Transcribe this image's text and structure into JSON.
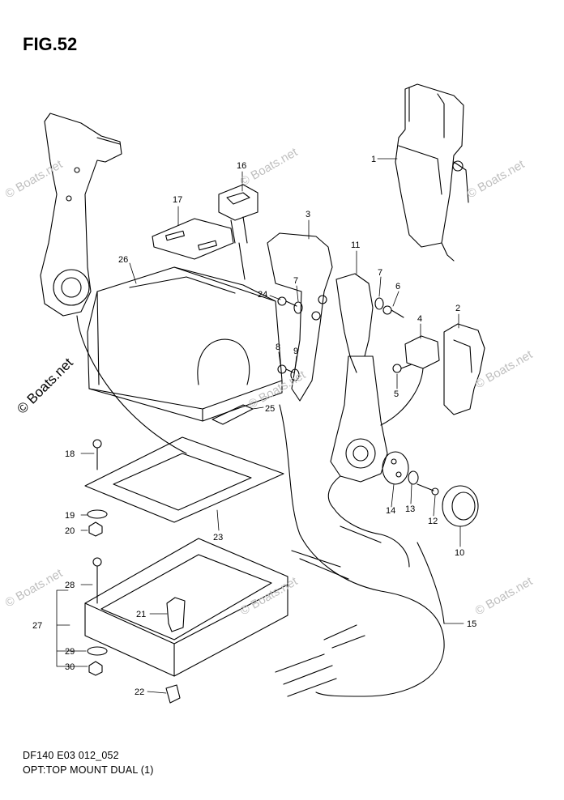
{
  "figure": {
    "title": "FIG.52",
    "code_line": "DF140 E03 012_052",
    "caption_line": "OPT:TOP MOUNT DUAL (1)"
  },
  "watermark": {
    "text": "© Boats.net",
    "side_text": "© Boats.net"
  },
  "callouts": [
    {
      "id": "c1",
      "label": "1"
    },
    {
      "id": "c2",
      "label": "2"
    },
    {
      "id": "c3",
      "label": "3"
    },
    {
      "id": "c4",
      "label": "4"
    },
    {
      "id": "c5",
      "label": "5"
    },
    {
      "id": "c6",
      "label": "6"
    },
    {
      "id": "c7a",
      "label": "7"
    },
    {
      "id": "c7b",
      "label": "7"
    },
    {
      "id": "c8",
      "label": "8"
    },
    {
      "id": "c9",
      "label": "9"
    },
    {
      "id": "c10",
      "label": "10"
    },
    {
      "id": "c11",
      "label": "11"
    },
    {
      "id": "c12",
      "label": "12"
    },
    {
      "id": "c13",
      "label": "13"
    },
    {
      "id": "c14",
      "label": "14"
    },
    {
      "id": "c15",
      "label": "15"
    },
    {
      "id": "c16",
      "label": "16"
    },
    {
      "id": "c17",
      "label": "17"
    },
    {
      "id": "c18",
      "label": "18"
    },
    {
      "id": "c19",
      "label": "19"
    },
    {
      "id": "c20",
      "label": "20"
    },
    {
      "id": "c21",
      "label": "21"
    },
    {
      "id": "c22",
      "label": "22"
    },
    {
      "id": "c23",
      "label": "23"
    },
    {
      "id": "c24",
      "label": "24"
    },
    {
      "id": "c25",
      "label": "25"
    },
    {
      "id": "c26",
      "label": "26"
    },
    {
      "id": "c27",
      "label": "27"
    },
    {
      "id": "c28",
      "label": "28"
    },
    {
      "id": "c29",
      "label": "29"
    },
    {
      "id": "c30",
      "label": "30"
    }
  ],
  "colors": {
    "line": "#000000",
    "watermark": "#bfbfbf",
    "background": "#ffffff"
  }
}
